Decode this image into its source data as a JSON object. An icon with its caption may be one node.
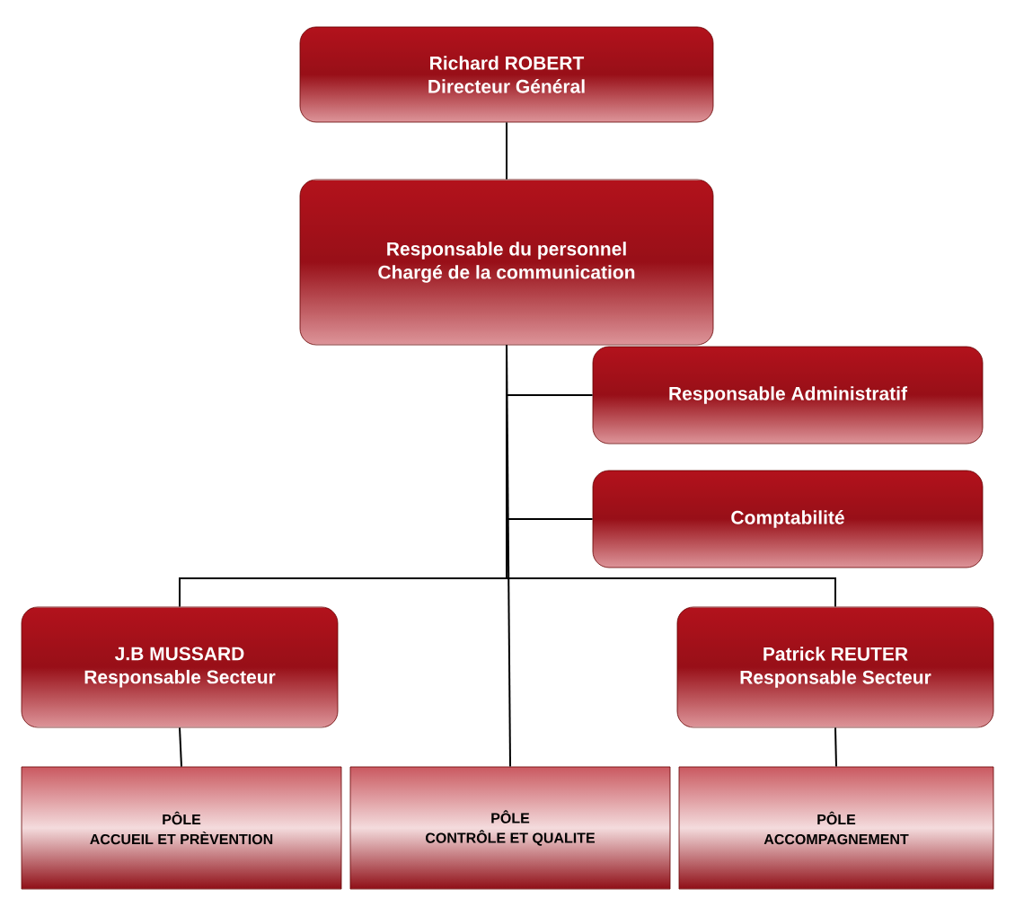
{
  "diagram": {
    "nodes": [
      {
        "text": [
          "Richard ROBERT",
          "Directeur Général"
        ]
      },
      {
        "text": [
          "Responsable du personnel",
          "Chargé de la communication"
        ]
      },
      {
        "text": [
          "Responsable Administratif"
        ]
      },
      {
        "text": [
          "Comptabilité"
        ]
      },
      {
        "text": [
          "J.B MUSSARD",
          "Responsable Secteur"
        ]
      },
      {
        "text": [
          "Patrick REUTER",
          "Responsable Secteur"
        ]
      },
      {
        "text": [
          "PÔLE",
          "ACCUEIL ET PRÈVENTION"
        ]
      },
      {
        "text": [
          "PÔLE",
          "CONTRÔLE ET QUALITE"
        ]
      },
      {
        "text": [
          "PÔLE",
          "ACCOMPAGNEMENT"
        ]
      }
    ],
    "edges": [
      {
        "from": 0,
        "to": 1,
        "arrow": "none"
      },
      {
        "from": 1,
        "to": 2,
        "arrow": "none"
      },
      {
        "from": 1,
        "to": 3,
        "arrow": "none"
      },
      {
        "from": 1,
        "to": 4,
        "arrow": "none"
      },
      {
        "from": 1,
        "to": 5,
        "arrow": "none"
      },
      {
        "from": 1,
        "to": 7,
        "arrow": "none"
      },
      {
        "from": 4,
        "to": 6,
        "arrow": "none"
      },
      {
        "from": 5,
        "to": 8,
        "arrow": "none"
      }
    ]
  }
}
